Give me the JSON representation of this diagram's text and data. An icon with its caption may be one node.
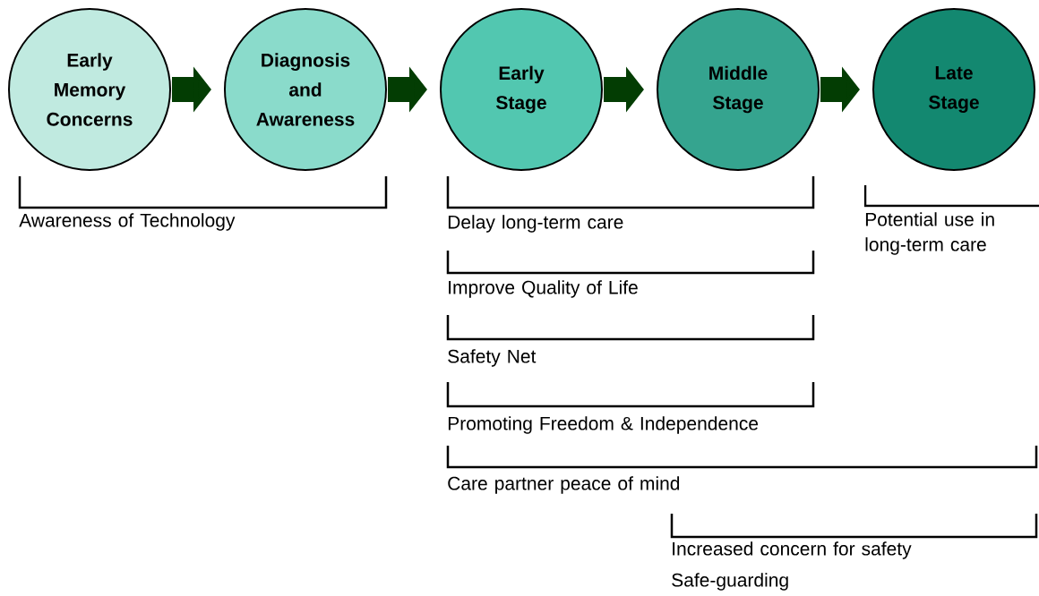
{
  "diagram": {
    "nodes": [
      {
        "text": [
          "Early Memory Concerns"
        ]
      },
      {
        "text": [
          "Diagnosis and Awareness"
        ]
      },
      {
        "text": [
          "Early Stage"
        ]
      },
      {
        "text": [
          "Middle Stage"
        ]
      },
      {
        "text": [
          "Late Stage"
        ]
      }
    ],
    "edges": [
      {
        "from": 0,
        "to": 1,
        "arrow": "to"
      },
      {
        "from": 1,
        "to": 2,
        "arrow": "to"
      },
      {
        "from": 2,
        "to": 3,
        "arrow": "to"
      },
      {
        "from": 3,
        "to": 4,
        "arrow": "to"
      }
    ],
    "labels": [
      "Awareness of Technology",
      "Delay long-term care",
      "Potential use in long-term care",
      "Improve Quality of Life",
      "Safety Net",
      "Promoting Freedom & Independence",
      "Care partner peace of mind",
      "Increased concern for safety",
      "Safe-guarding"
    ]
  }
}
